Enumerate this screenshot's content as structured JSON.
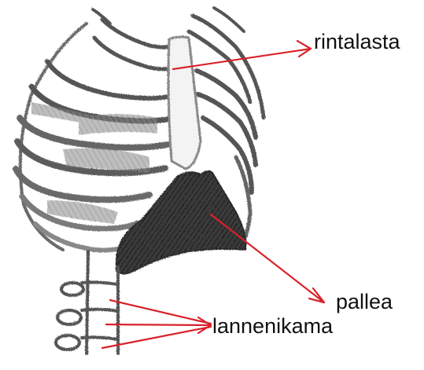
{
  "labels": {
    "sternum": "rintalasta",
    "diaphragm": "pallea",
    "lumbar": "lannenikama"
  },
  "colors": {
    "arrow": "#d8222a",
    "pencil": "#555555",
    "shade": "#2f2f2f",
    "text": "#111111",
    "background": "#ffffff"
  }
}
